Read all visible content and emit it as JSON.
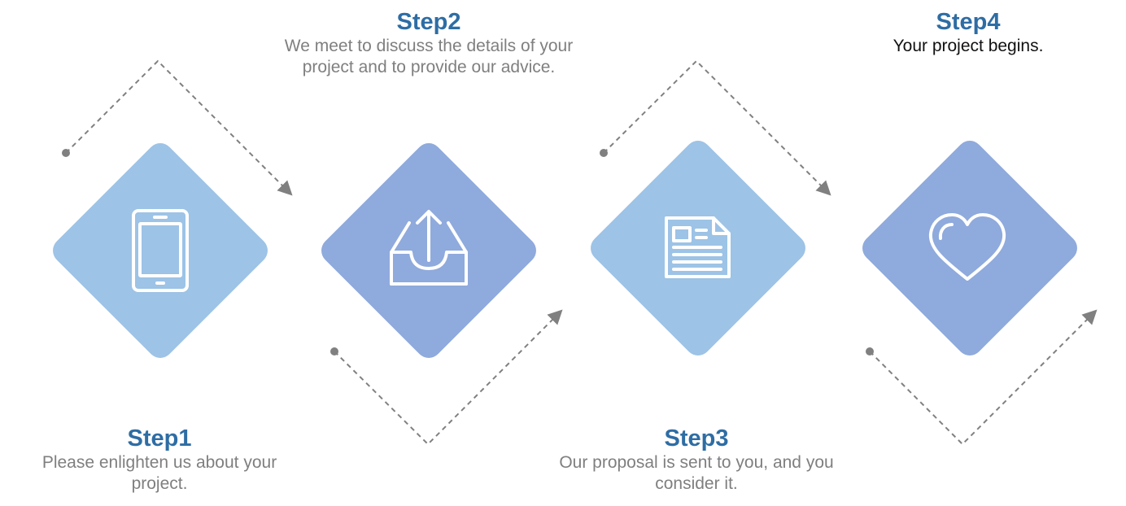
{
  "steps": [
    {
      "title": "Step1",
      "description": "Please enlighten us about your project.",
      "icon": "tablet-icon",
      "color": "#9dc3e6"
    },
    {
      "title": "Step2",
      "description": "We meet to discuss the details of your project and to provide our advice.",
      "icon": "inbox-upload-icon",
      "color": "#8faadc"
    },
    {
      "title": "Step3",
      "description": "Our proposal is sent to you, and you consider it.",
      "icon": "document-icon",
      "color": "#9dc3e6"
    },
    {
      "title": "Step4",
      "description": "Your project begins.",
      "icon": "heart-icon",
      "color": "#8faadc"
    }
  ],
  "colors": {
    "title": "#2e6da4",
    "description": "#7f7f7f",
    "connector": "#808080"
  }
}
